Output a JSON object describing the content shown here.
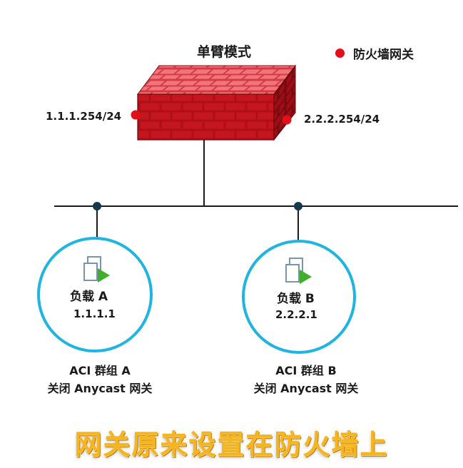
{
  "diagram": {
    "mode_title": "单臂模式",
    "legend": {
      "label": "防火墙网关",
      "dot_color": "#e3101a"
    },
    "firewall": {
      "left_interface_ip": "1.1.1.254/24",
      "right_interface_ip": "2.2.2.254/24",
      "brick_color": "#c0141e"
    },
    "loads": [
      {
        "name": "负载 A",
        "ip": "1.1.1.1",
        "group": "ACI 群组 A",
        "gateway_note": "关闭 Anycast 网关"
      },
      {
        "name": "负载 B",
        "ip": "2.2.2.1",
        "group": "ACI 群组 B",
        "gateway_note": "关闭 Anycast 网关"
      }
    ],
    "caption": "网关原来设置在防火墙上",
    "colors": {
      "circle": "#1fb5e0",
      "line": "#1a1a1a",
      "node": "#15384d",
      "banner": "#f6b41f"
    }
  }
}
